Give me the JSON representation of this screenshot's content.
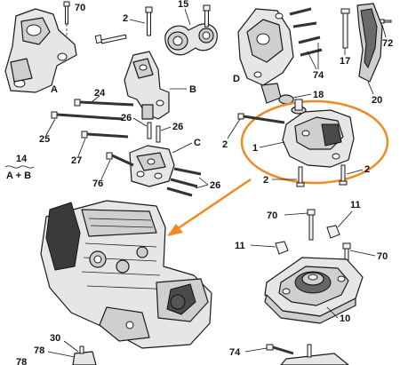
{
  "diagram": {
    "callouts": {
      "c70_top": "70",
      "c2_top": "2",
      "c15": "15",
      "cA": "A",
      "c24": "24",
      "c25": "25",
      "c27": "27",
      "c26a": "26",
      "c26b": "26",
      "cB": "B",
      "cC": "C",
      "c76": "76",
      "c26c": "26",
      "c14": "14",
      "cAB": "A + B",
      "cD": "D",
      "c74_top": "74",
      "c17": "17",
      "c72": "72",
      "c20": "20",
      "c18": "18",
      "c2_mid": "2",
      "c1": "1",
      "c2_low": "2",
      "c2_right": "2",
      "c70_mid": "70",
      "c11a": "11",
      "c11b": "11",
      "c70_right": "70",
      "c10": "10",
      "c74_low": "74",
      "c30": "30",
      "c78a": "78",
      "c78b": "78"
    },
    "highlight_color": "#f08a24",
    "ink_color": "#111111"
  }
}
